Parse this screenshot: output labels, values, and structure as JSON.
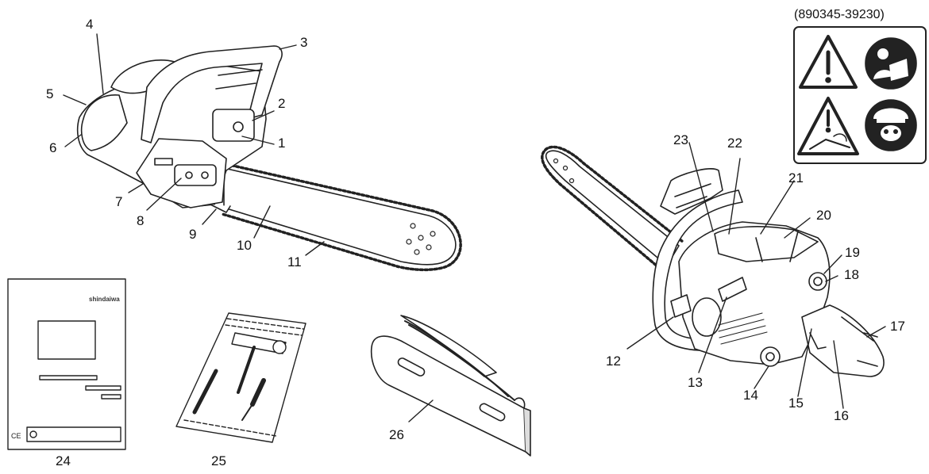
{
  "part_number": "(890345-39230)",
  "callouts": [
    "1",
    "2",
    "3",
    "4",
    "5",
    "6",
    "7",
    "8",
    "9",
    "10",
    "11",
    "12",
    "13",
    "14",
    "15",
    "16",
    "17",
    "18",
    "19",
    "20",
    "21",
    "22",
    "23",
    "24",
    "25",
    "26"
  ],
  "manual": {
    "brand": "shindaiwa",
    "ce_mark": "CE"
  },
  "warning_panel": {
    "icons": [
      "warning-triangle-icon",
      "read-manual-icon",
      "kickback-warning-icon",
      "wear-protection-icon"
    ]
  }
}
